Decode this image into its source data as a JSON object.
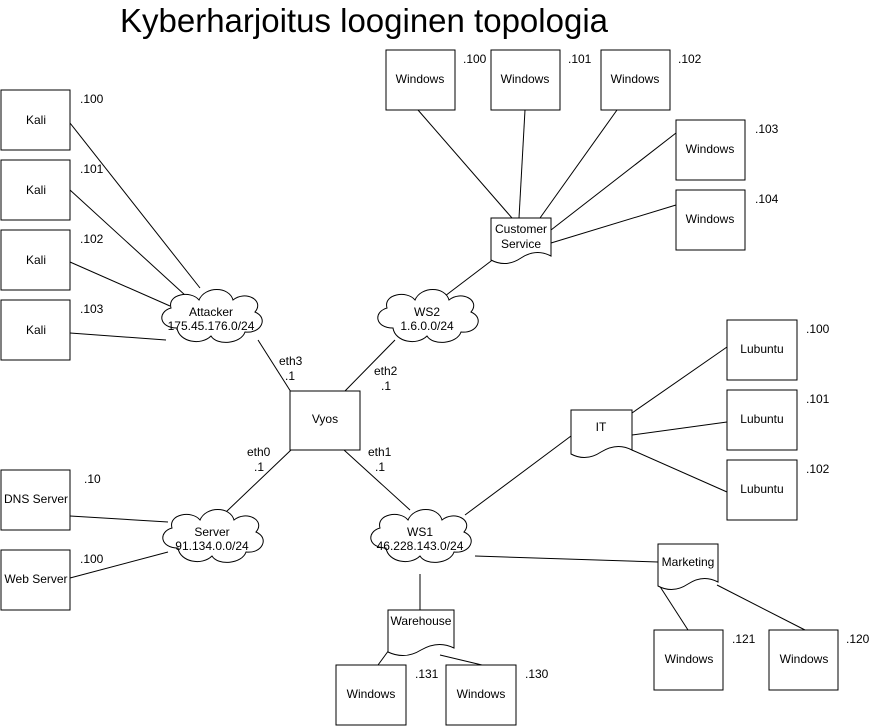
{
  "title": "Kyberharjoitus looginen topologia",
  "router": {
    "label": "Vyos"
  },
  "networks": {
    "attacker": {
      "name": "Attacker",
      "subnet": "175.45.176.0/24"
    },
    "ws2": {
      "name": "WS2",
      "subnet": "1.6.0.0/24"
    },
    "server": {
      "name": "Server",
      "subnet": "91.134.0.0/24"
    },
    "ws1": {
      "name": "WS1",
      "subnet": "46.228.143.0/24"
    }
  },
  "interfaces": {
    "eth3": {
      "name": "eth3",
      "ip": ".1"
    },
    "eth2": {
      "name": "eth2",
      "ip": ".1"
    },
    "eth0": {
      "name": "eth0",
      "ip": ".1"
    },
    "eth1": {
      "name": "eth1",
      "ip": ".1"
    }
  },
  "groups": {
    "customer_service": {
      "line1": "Customer",
      "line2": "Service"
    },
    "it": "IT",
    "marketing": "Marketing",
    "warehouse": "Warehouse"
  },
  "hosts": {
    "kali": [
      {
        "label": "Kali",
        "ip": ".100"
      },
      {
        "label": "Kali",
        "ip": ".101"
      },
      {
        "label": "Kali",
        "ip": ".102"
      },
      {
        "label": "Kali",
        "ip": ".103"
      }
    ],
    "customer_windows": [
      {
        "label": "Windows",
        "ip": ".100"
      },
      {
        "label": "Windows",
        "ip": ".101"
      },
      {
        "label": "Windows",
        "ip": ".102"
      },
      {
        "label": "Windows",
        "ip": ".103"
      },
      {
        "label": "Windows",
        "ip": ".104"
      }
    ],
    "servers": [
      {
        "label": "DNS Server",
        "ip": ".10"
      },
      {
        "label": "Web Server",
        "ip": ".100"
      }
    ],
    "lubuntu": [
      {
        "label": "Lubuntu",
        "ip": ".100"
      },
      {
        "label": "Lubuntu",
        "ip": ".101"
      },
      {
        "label": "Lubuntu",
        "ip": ".102"
      }
    ],
    "marketing_windows": [
      {
        "label": "Windows",
        "ip": ".121"
      },
      {
        "label": "Windows",
        "ip": ".120"
      }
    ],
    "warehouse_windows": [
      {
        "label": "Windows",
        "ip": ".131"
      },
      {
        "label": "Windows",
        "ip": ".130"
      }
    ]
  }
}
